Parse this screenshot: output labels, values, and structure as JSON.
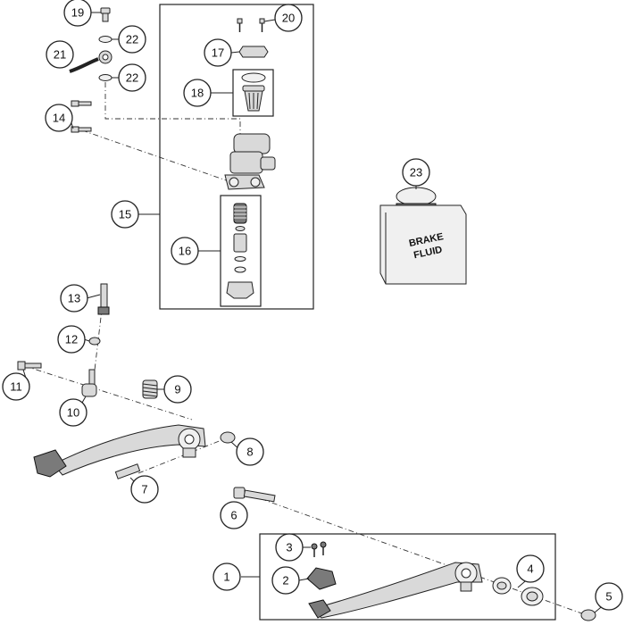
{
  "callouts": {
    "c1": "1",
    "c2": "2",
    "c3": "3",
    "c4": "4",
    "c5": "5",
    "c6": "6",
    "c7": "7",
    "c8": "8",
    "c9": "9",
    "c10": "10",
    "c11": "11",
    "c12": "12",
    "c13": "13",
    "c14": "14",
    "c15": "15",
    "c16": "16",
    "c17": "17",
    "c18": "18",
    "c19": "19",
    "c20": "20",
    "c21": "21",
    "c22a": "22",
    "c22b": "22",
    "c23": "23"
  },
  "bottle": {
    "label_line1": "BRAKE",
    "label_line2": "FLUID"
  }
}
